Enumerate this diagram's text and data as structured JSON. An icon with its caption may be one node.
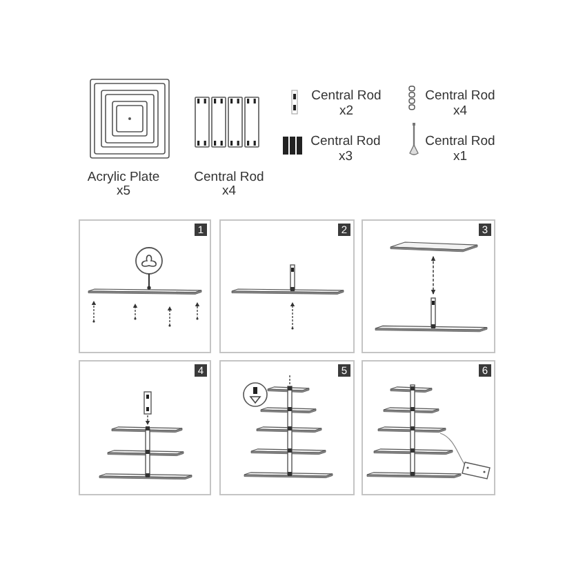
{
  "diagram": {
    "nodes": [
      {
        "text": [
          "1"
        ]
      },
      {
        "text": [
          "2"
        ]
      },
      {
        "text": [
          "3"
        ]
      },
      {
        "text": [
          "4"
        ]
      },
      {
        "text": [
          "5"
        ]
      },
      {
        "text": [
          "6"
        ]
      }
    ],
    "labels": [
      "Acrylic Plate x5",
      "Central Rod x4",
      "Central Rod x2",
      "Central Rod x4",
      "Central Rod x3",
      "Central Rod x1"
    ]
  }
}
